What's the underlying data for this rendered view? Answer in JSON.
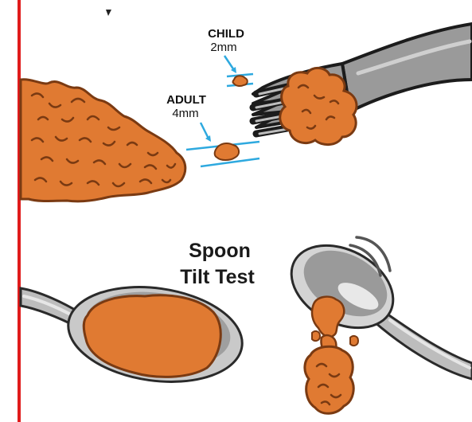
{
  "size_labels": {
    "child": {
      "name": "CHILD",
      "size": "2mm"
    },
    "adult": {
      "name": "ADULT",
      "size": "4mm"
    }
  },
  "spoon_test": {
    "title_line1": "Spoon",
    "title_line2": "Tilt Test"
  },
  "colors": {
    "food_orange": "#e07a32",
    "food_outline": "#7a3a12",
    "guide_blue": "#2ea9df",
    "border_red": "#e01b1b",
    "utensil_gray": "#8f8f8f",
    "utensil_dark": "#1c1c1c"
  },
  "icons": [
    "fork-icon",
    "spoon-icon",
    "food-pile-icon",
    "arrow-icon"
  ]
}
